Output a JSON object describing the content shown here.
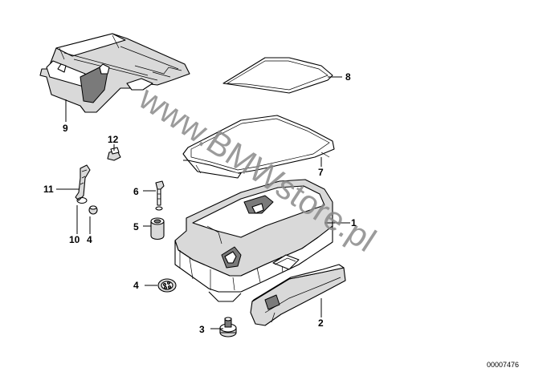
{
  "diagram": {
    "reference_code": "00007476",
    "watermark": "www.BMWstore.pl",
    "callouts": [
      {
        "id": "c1",
        "label": "1"
      },
      {
        "id": "c2",
        "label": "2"
      },
      {
        "id": "c3",
        "label": "3"
      },
      {
        "id": "c4a",
        "label": "4"
      },
      {
        "id": "c4b",
        "label": "4"
      },
      {
        "id": "c5",
        "label": "5"
      },
      {
        "id": "c6",
        "label": "6"
      },
      {
        "id": "c7",
        "label": "7"
      },
      {
        "id": "c8",
        "label": "8"
      },
      {
        "id": "c9",
        "label": "9"
      },
      {
        "id": "c10",
        "label": "10"
      },
      {
        "id": "c11",
        "label": "11"
      },
      {
        "id": "c12",
        "label": "12"
      }
    ]
  }
}
